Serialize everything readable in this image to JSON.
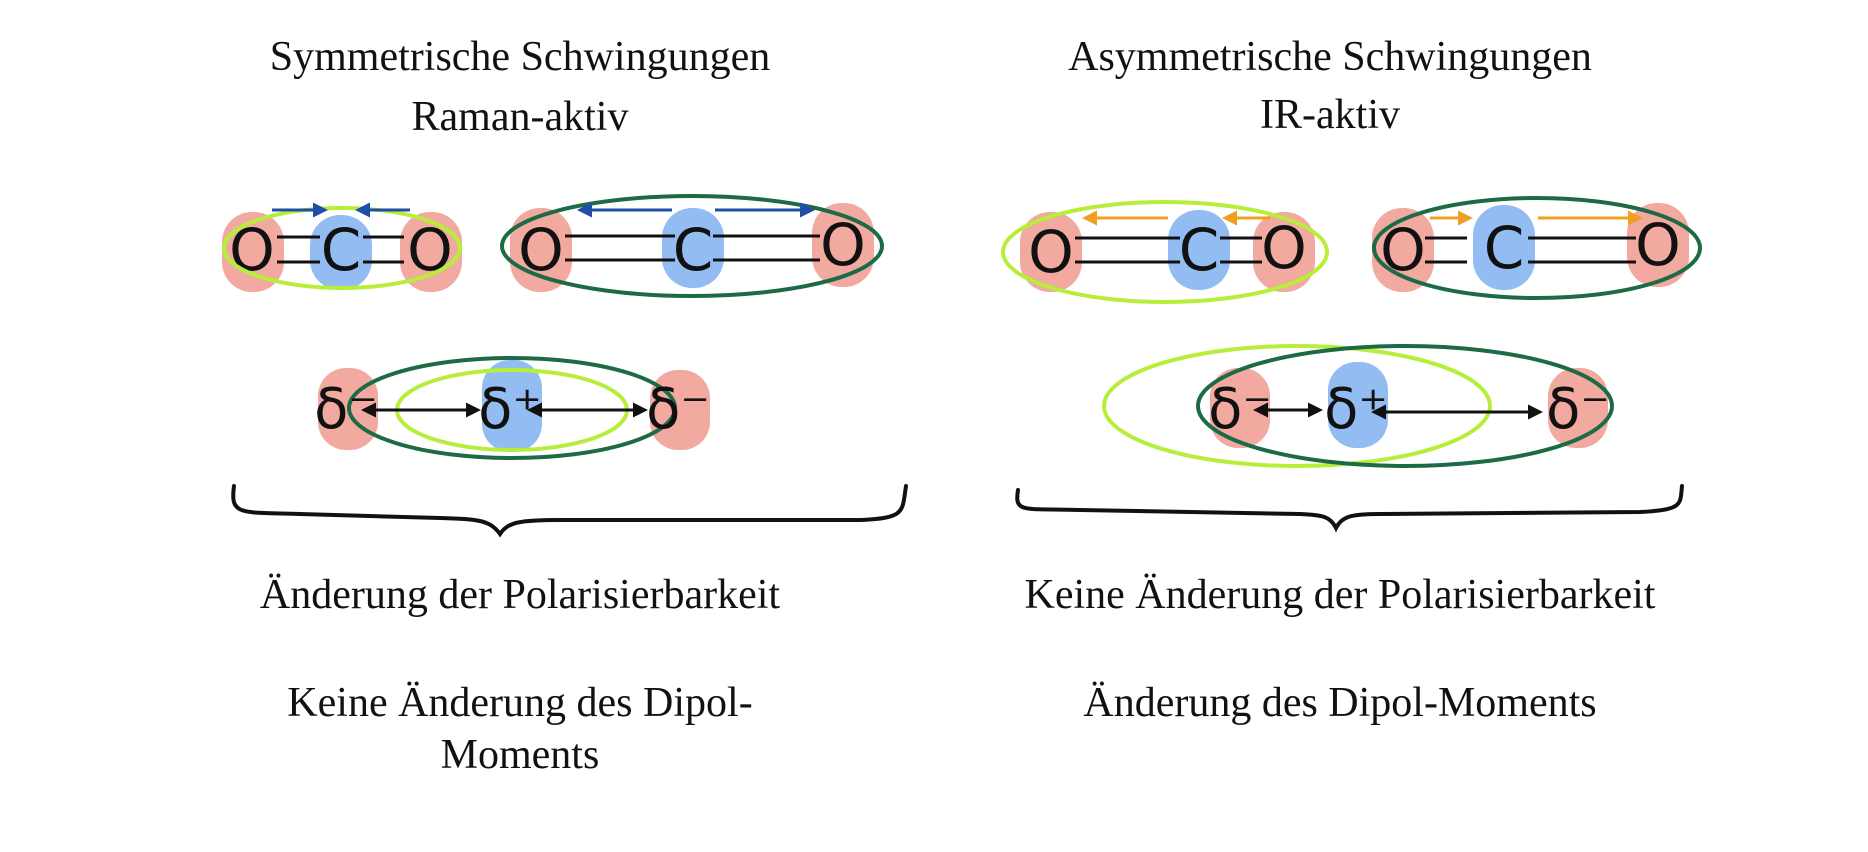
{
  "left": {
    "heading": "Symmetrische Schwingungen",
    "subheading": "Raman-aktiv",
    "polarizability": "Änderung der Polarisierbarkeit",
    "dipole_line1": "Keine Änderung des Dipol-",
    "dipole_line2": "Moments"
  },
  "right": {
    "heading": "Asymmetrische Schwingungen",
    "subheading": "IR-aktiv",
    "polarizability": "Keine Änderung der Polarisierbarkeit",
    "dipole_line1": "Änderung des Dipol-Moments"
  },
  "atoms": {
    "oxygen": "O",
    "carbon": "C",
    "delta_minus": "δ⁻",
    "delta_plus": "δ⁺"
  },
  "colors": {
    "oxygen_fill": "#f2a9a0",
    "carbon_fill": "#93bdf2",
    "ellipse_light": "#b7ee3a",
    "ellipse_dark": "#1d6b46",
    "arrow_blue": "#1f4ea8",
    "arrow_orange": "#f0a020",
    "bracket": "#111111"
  }
}
